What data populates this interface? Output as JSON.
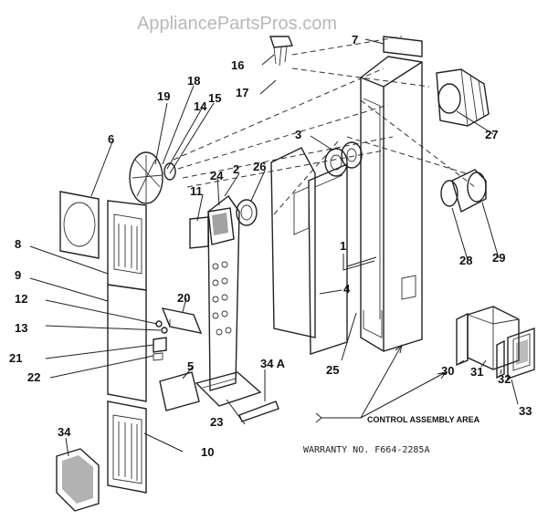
{
  "watermark": "AppliancePartsPros.com",
  "warranty_text": "WARRANTY NO. F664-2285A",
  "area_label": "CONTROL ASSEMBLY AREA",
  "labels": {
    "p1": "1",
    "p2": "2",
    "p3": "3",
    "p4": "4",
    "p5": "5",
    "p6": "6",
    "p7": "7",
    "p8": "8",
    "p9": "9",
    "p10": "10",
    "p11": "11",
    "p12": "12",
    "p13": "13",
    "p14": "14",
    "p15": "15",
    "p16": "16",
    "p17": "17",
    "p18": "18",
    "p19": "19",
    "p20": "20",
    "p21": "21",
    "p22": "22",
    "p23": "23",
    "p24": "24",
    "p25": "25",
    "p26": "26",
    "p27": "27",
    "p28": "28",
    "p29": "29",
    "p30": "30",
    "p31": "31",
    "p32": "32",
    "p33": "33",
    "p34": "34",
    "p34a": "34 A"
  }
}
